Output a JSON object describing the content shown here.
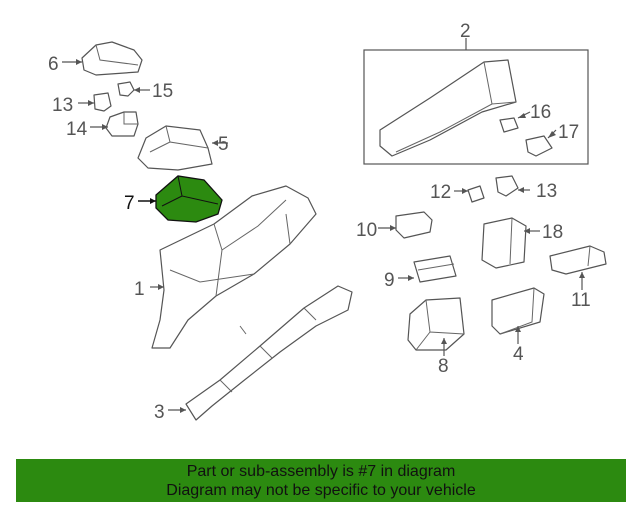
{
  "callouts": {
    "c1": "1",
    "c2": "2",
    "c3": "3",
    "c4": "4",
    "c5": "5",
    "c6": "6",
    "c7": "7",
    "c8": "8",
    "c9": "9",
    "c10": "10",
    "c11": "11",
    "c12": "12",
    "c13a": "13",
    "c13b": "13",
    "c14": "14",
    "c15": "15",
    "c16": "16",
    "c17": "17",
    "c18": "18"
  },
  "highlighted_part": "7",
  "colors": {
    "highlight_fill": "#2c8a10",
    "banner_bg": "#2c8a10",
    "line": "#555555"
  },
  "banner": {
    "line1": "Part or sub-assembly is #7 in diagram",
    "line2": "Diagram may not be specific to your vehicle"
  }
}
